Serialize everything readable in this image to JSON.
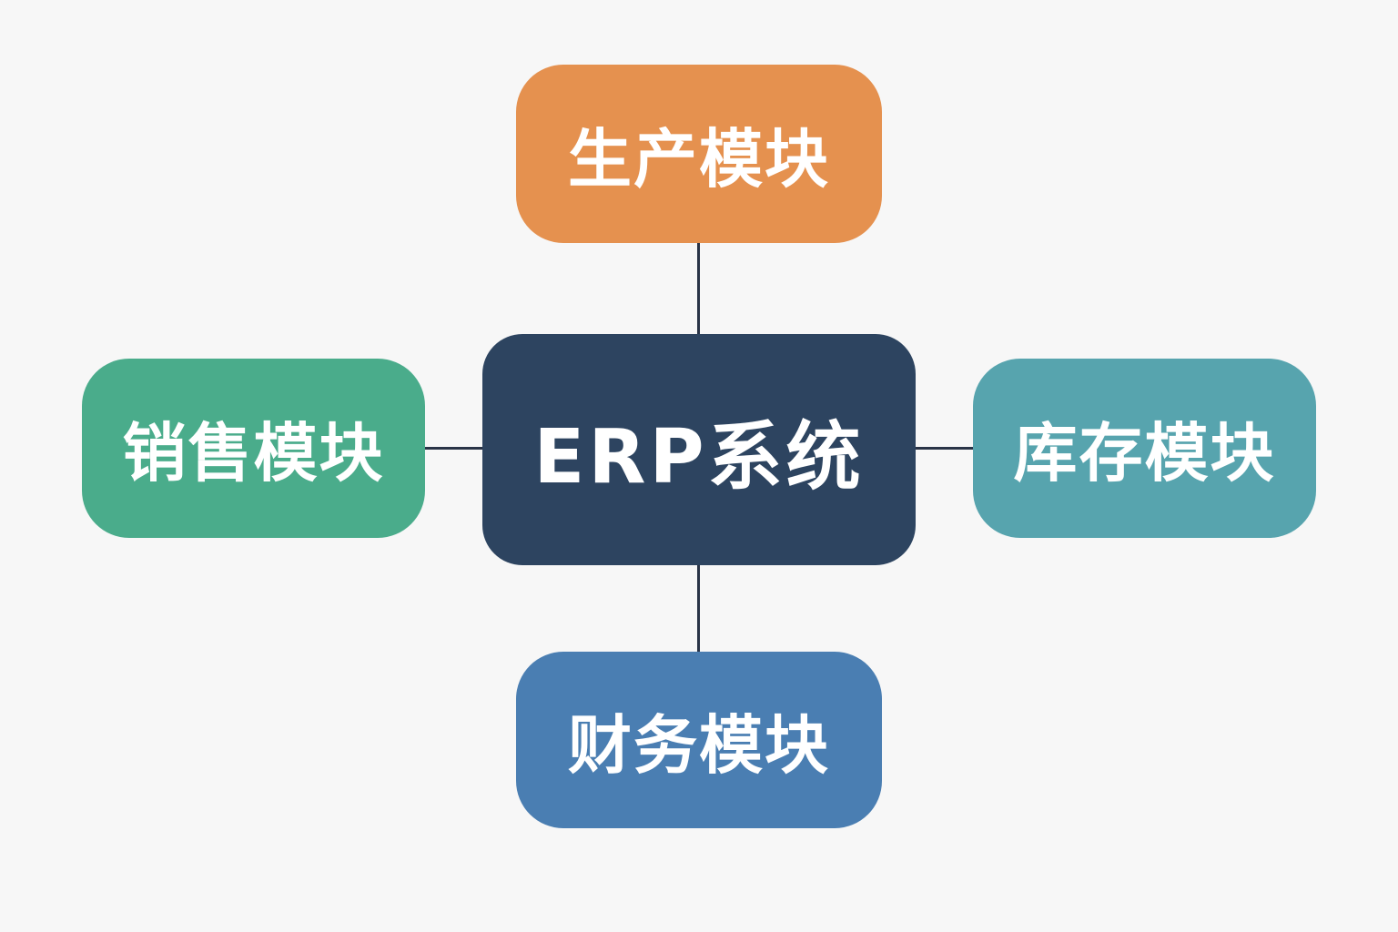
{
  "diagram": {
    "center": {
      "label": "ERP系统",
      "color": "#2d4460"
    },
    "modules": {
      "top": {
        "label": "生产模块",
        "color": "#e5914f"
      },
      "left": {
        "label": "销售模块",
        "color": "#4aac8b"
      },
      "right": {
        "label": "库存模块",
        "color": "#57a4ae"
      },
      "bottom": {
        "label": "财务模块",
        "color": "#4a7eb2"
      }
    },
    "connector_color": "#2a3447",
    "background_color": "#f7f7f7"
  }
}
